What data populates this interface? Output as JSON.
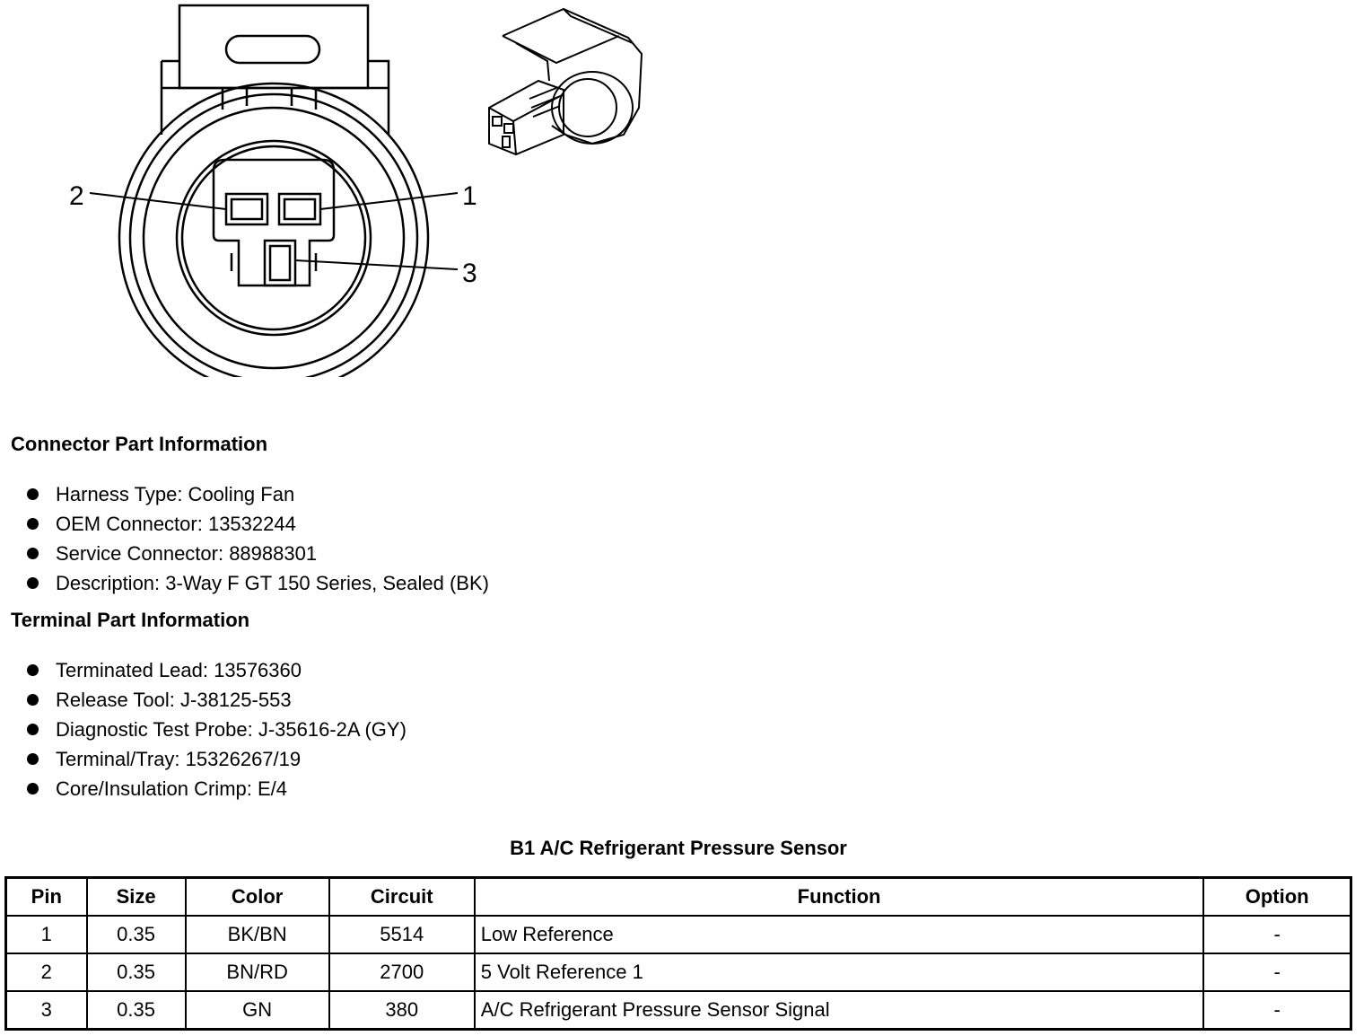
{
  "diagram": {
    "pin_callouts": [
      "1",
      "2",
      "3"
    ]
  },
  "connector_part_info": {
    "heading": "Connector Part Information",
    "items": [
      "Harness Type: Cooling Fan",
      "OEM Connector: 13532244",
      "Service Connector: 88988301",
      "Description: 3-Way F GT 150 Series, Sealed (BK)"
    ]
  },
  "terminal_part_info": {
    "heading": "Terminal Part Information",
    "items": [
      "Terminated Lead: 13576360",
      "Release Tool: J-38125-553",
      "Diagnostic Test Probe: J-35616-2A (GY)",
      "Terminal/Tray: 15326267/19",
      "Core/Insulation Crimp: E/4"
    ]
  },
  "pin_table": {
    "title": "B1 A/C Refrigerant Pressure Sensor",
    "headers": [
      "Pin",
      "Size",
      "Color",
      "Circuit",
      "Function",
      "Option"
    ],
    "rows": [
      [
        "1",
        "0.35",
        "BK/BN",
        "5514",
        "Low Reference",
        "-"
      ],
      [
        "2",
        "0.35",
        "BN/RD",
        "2700",
        "5 Volt Reference 1",
        "-"
      ],
      [
        "3",
        "0.35",
        "GN",
        "380",
        "A/C Refrigerant Pressure Sensor Signal",
        "-"
      ]
    ]
  }
}
